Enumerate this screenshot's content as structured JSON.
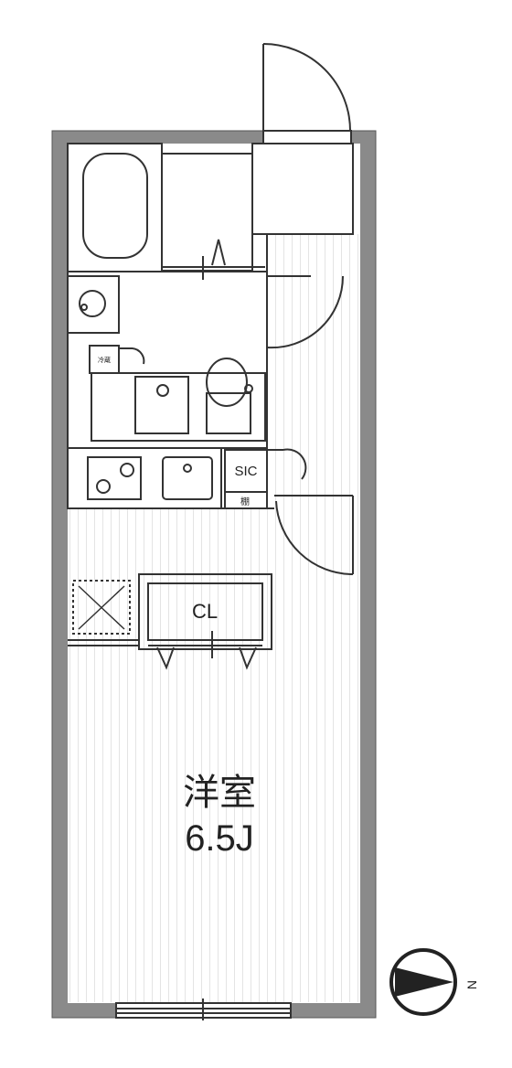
{
  "rooms": {
    "western_room": {
      "name": "洋室",
      "size": "6.5J"
    },
    "closet": {
      "label": "CL"
    },
    "shoe_closet": {
      "label": "SIC"
    },
    "shelf": {
      "label": "棚"
    },
    "appliance_box": {
      "label": "冷蔵"
    }
  },
  "compass": {
    "north_label": "N"
  },
  "colors": {
    "wall": "#8a8a8a",
    "line": "#333333",
    "floor_line": "#e4e4e4"
  }
}
